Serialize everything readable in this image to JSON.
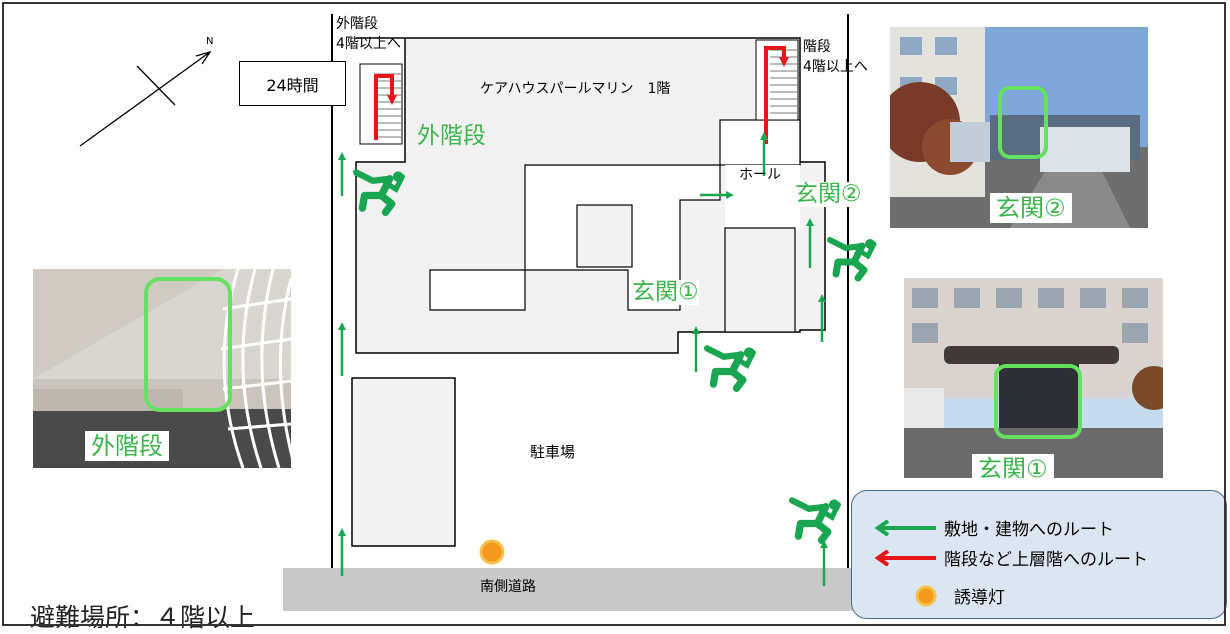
{
  "map": {
    "building_name": "ケアハウスパールマリン　1階",
    "parking": "駐車場",
    "road": "南側道路",
    "hall": "ホール",
    "box_24h": "24時間",
    "outer_stairs_top": "外階段",
    "outer_stairs_top2": "4階以上へ",
    "stairs_top": "階段",
    "stairs_top2": "4階以上へ",
    "outer_stairs_green": "外階段",
    "entrance1": "玄関①",
    "entrance2": "玄関②",
    "north_mark": "N"
  },
  "photos": {
    "left_label": "外階段",
    "right_bottom_label": "玄関①",
    "right_top_label": "玄関②"
  },
  "legend": {
    "green_route": "敷地・建物へのルート",
    "red_route": "階段など上層階へのルート",
    "guide_light": "誘導灯"
  },
  "footer": "避難場所：４階以上",
  "colors": {
    "route_green": "#1aa650",
    "route_red": "#e8141b",
    "highlight_green": "#66e060",
    "guide_light": "#f39a1e",
    "building_fill": "#efefef",
    "road_fill": "#c8c8c8",
    "legend_fill": "#dce6f2"
  }
}
